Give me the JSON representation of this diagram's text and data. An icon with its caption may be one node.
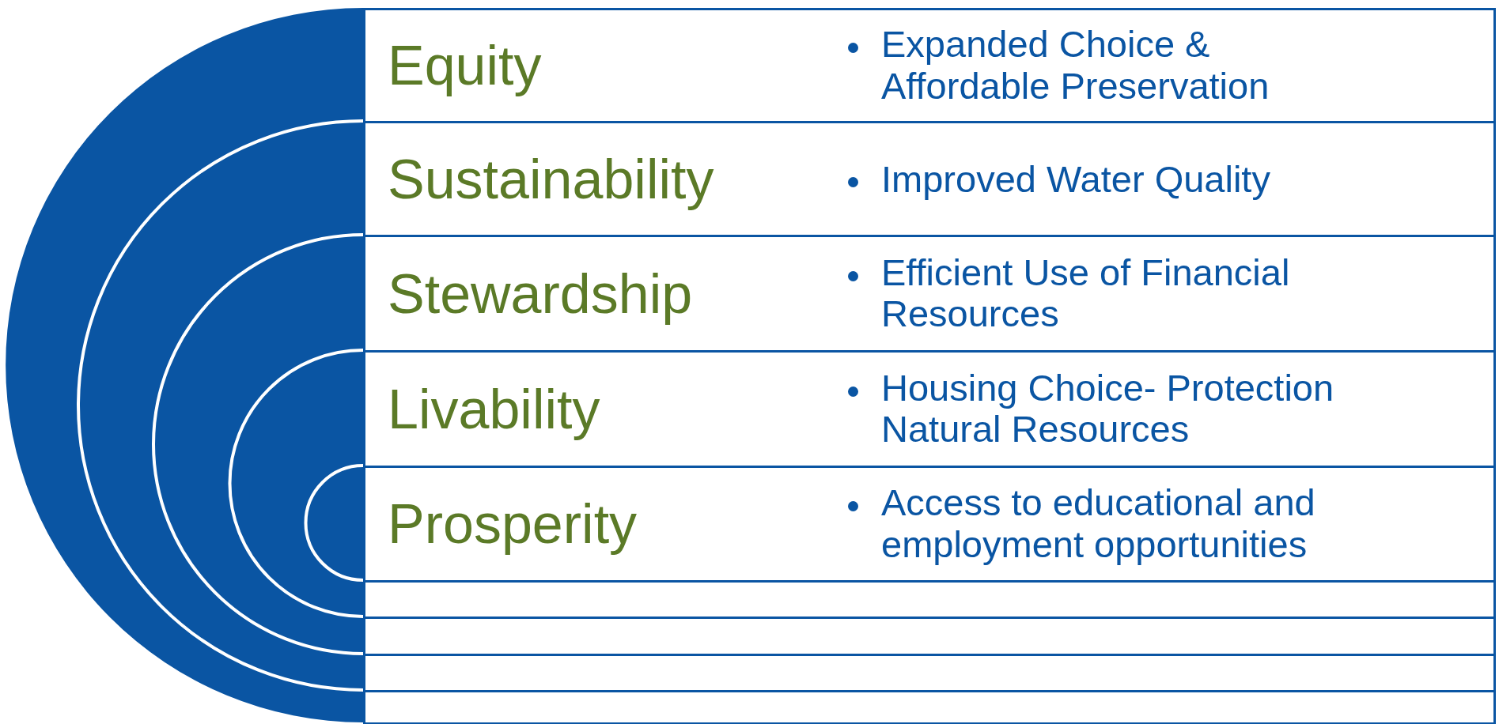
{
  "diagram": {
    "nodes": [
      {
        "text": [
          "Equity",
          "Expanded Choice & Affordable Preservation"
        ]
      },
      {
        "text": [
          "Sustainability",
          "Improved Water Quality"
        ]
      },
      {
        "text": [
          "Stewardship",
          "Efficient Use of Financial Resources"
        ]
      },
      {
        "text": [
          "Livability",
          "Housing Choice- Protection Natural Resources"
        ]
      },
      {
        "text": [
          "Prosperity",
          "Access to educational and employment opportunities"
        ]
      },
      {
        "text": [],
        "shape": "box"
      },
      {
        "text": [],
        "shape": "box"
      },
      {
        "text": [],
        "shape": "box"
      },
      {
        "text": [],
        "shape": "box"
      }
    ]
  }
}
